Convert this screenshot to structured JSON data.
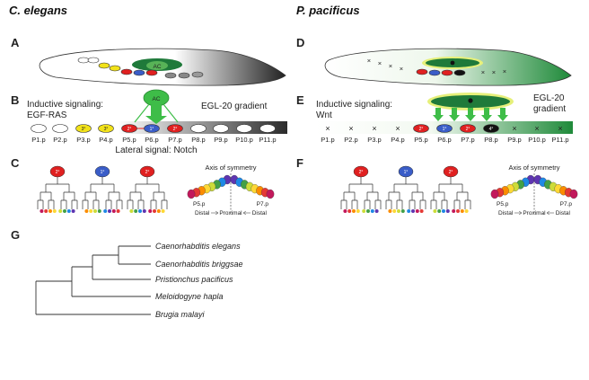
{
  "colors": {
    "red": "#e02020",
    "blue": "#3a5dc8",
    "yellow": "#f2e21a",
    "black": "#111111",
    "green_dark": "#1f8a3a",
    "green_light": "#cfe8cc",
    "halo": "#e6f07a"
  },
  "celegans": {
    "title": "C. elegans",
    "panels": {
      "a": "A",
      "b": "B",
      "c": "C"
    },
    "ac": "AC",
    "inductive": [
      "Inductive signaling:",
      "EGF-RAS"
    ],
    "gradient": "EGL-20 gradient",
    "lateral": "Lateral signal: Notch",
    "cells": [
      "P1.p",
      "P2.p",
      "P3.p",
      "P4.p",
      "P5.p",
      "P6.p",
      "P7.p",
      "P8.p",
      "P9.p",
      "P10.p",
      "P11.p"
    ],
    "fates": [
      "",
      "",
      "3°",
      "3°",
      "2°",
      "1°",
      "2°",
      "",
      "",
      "",
      ""
    ],
    "trees": [
      "2°",
      "1°",
      "2°"
    ],
    "axis_title": "Axis of symmetry",
    "axis_left": "P5.p",
    "axis_right": "P7.p",
    "axis_bottom": [
      "Distal",
      "Proximal",
      "Distal"
    ]
  },
  "ppacificus": {
    "title": "P. pacificus",
    "panels": {
      "d": "D",
      "e": "E",
      "f": "F"
    },
    "inductive": [
      "Inductive signaling:",
      "Wnt"
    ],
    "gradient": [
      "EGL-20",
      "gradient"
    ],
    "cells": [
      "P1.p",
      "P2.p",
      "P3.p",
      "P4.p",
      "P5.p",
      "P6.p",
      "P7.p",
      "P8.p",
      "P9.p",
      "P10.p",
      "P11.p"
    ],
    "fates": [
      "×",
      "×",
      "×",
      "×",
      "2°",
      "1°",
      "2°",
      "4°",
      "×",
      "×",
      "×"
    ],
    "trees": [
      "2°",
      "1°",
      "2°"
    ],
    "axis_title": "Axis of symmetry",
    "axis_left": "P5.p",
    "axis_right": "P7.p",
    "axis_bottom": [
      "Distal",
      "Proximal",
      "Distal"
    ]
  },
  "phylogeny": {
    "panel": "G",
    "species": [
      "Caenorhabditis elegans",
      "Caenorhabditis briggsae",
      "Pristionchus pacificus",
      "Meloidogyne hapla",
      "Brugia malayi"
    ]
  }
}
